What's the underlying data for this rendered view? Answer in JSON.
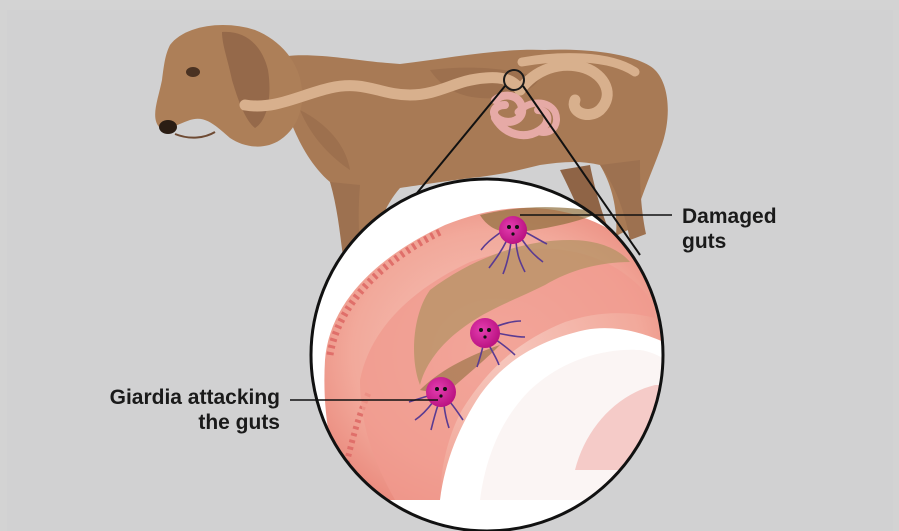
{
  "labels": {
    "damaged_guts": [
      "Damaged",
      "guts"
    ],
    "giardia": [
      "Giardia attacking",
      "the guts"
    ]
  },
  "colors": {
    "background": "#d1d1d2",
    "dog_body": "#a87a55",
    "dog_shadow": "#95694a",
    "intestine_tract": "#d7b08c",
    "small_intestine": "#e8b4ae",
    "gut_wall": "#f2b6aa",
    "gut_lining": "#e77b73",
    "damaged_tissue": "#a58a5a",
    "giardia": "#c51592",
    "giardia_flagella": "#5a3b92"
  }
}
